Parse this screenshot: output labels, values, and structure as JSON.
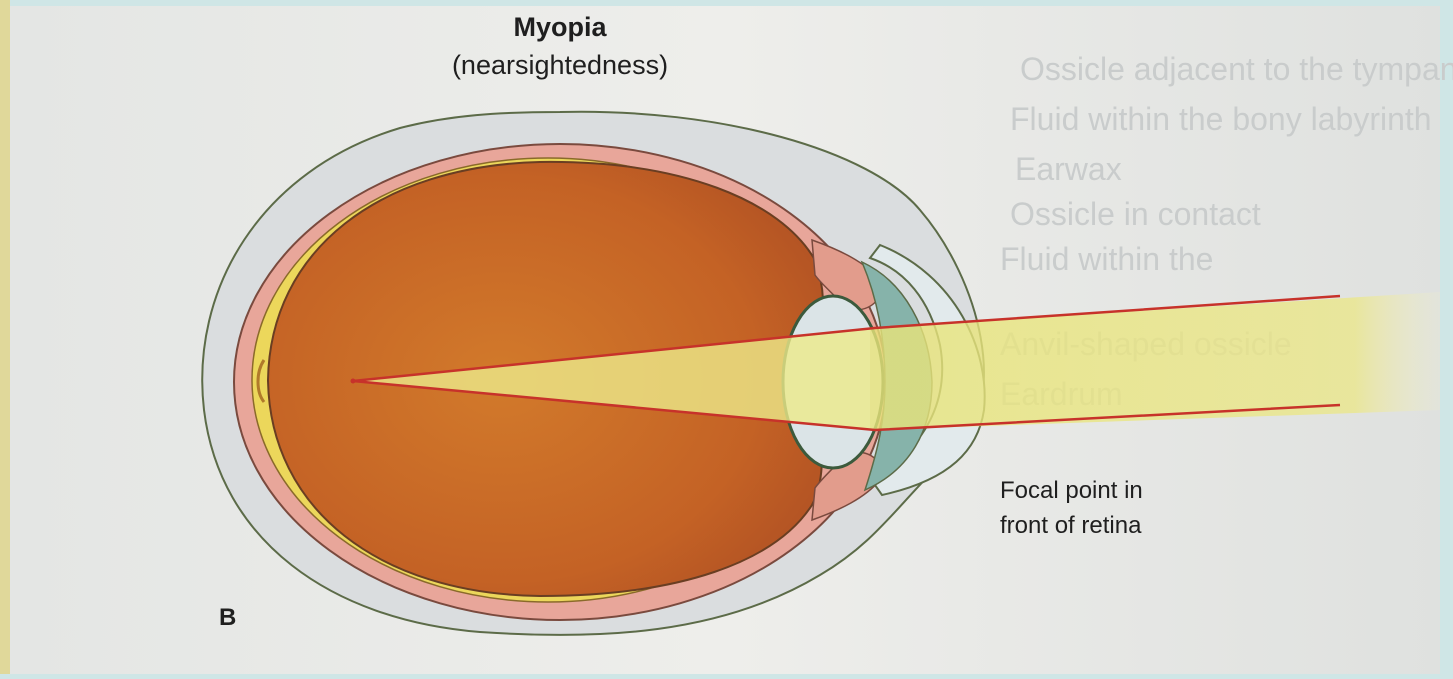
{
  "figure": {
    "title": "Myopia",
    "subtitle": "(nearsightedness)",
    "focal_caption_line1": "Focal point in",
    "focal_caption_line2": "front of retina",
    "panel_letter": "B"
  },
  "colors": {
    "background": "#f1f1ee",
    "sclera": "#dbdee0",
    "choroid": "#e9a79e",
    "retina": "#ecd85a",
    "vitreous": "#c96a22",
    "lens": "#d9e3e6",
    "cornea": "#dfe8ea",
    "light_beam": "#e8e680",
    "ray": "#c8322a",
    "outline": "#5a6a44"
  }
}
